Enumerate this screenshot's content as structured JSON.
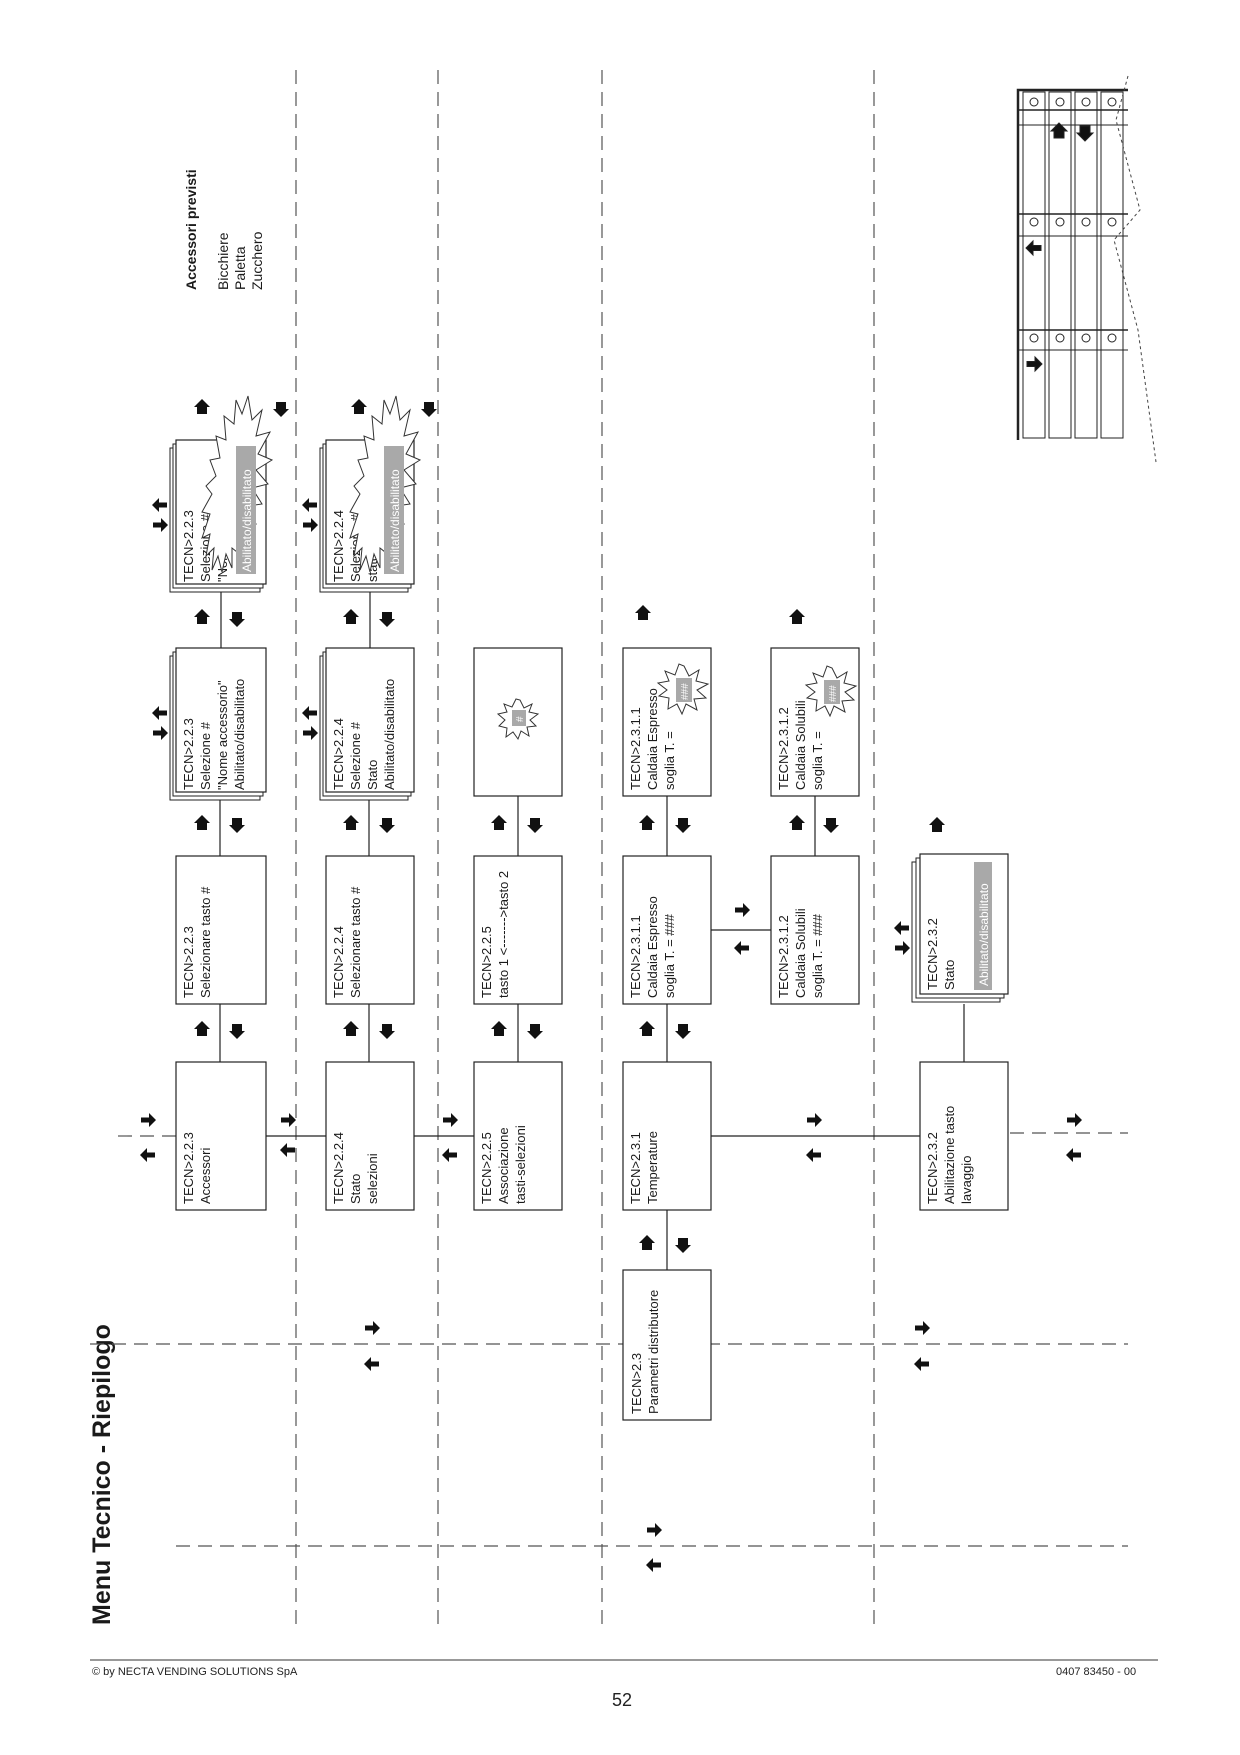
{
  "page_title": "Menu  Tecnico  - Riepilogo",
  "accessori": {
    "heading": "Accessori previsti",
    "items": [
      "Bicchiere",
      "Paletta",
      "Zucchero"
    ]
  },
  "boxes": {
    "tecn23": [
      "TECN>2.3",
      "Parametri distributore"
    ],
    "tecn223": [
      "TECN>2.2.3",
      "Accessori"
    ],
    "tecn224": [
      "TECN>2.2.4",
      "Stato",
      "selezioni"
    ],
    "tecn225": [
      "TECN>2.2.5",
      "Associazione",
      "tasti-selezioni"
    ],
    "tecn231": [
      "TECN>2.3.1",
      "",
      "Temperature"
    ],
    "tecn232": [
      "TECN>2.3.2",
      "Abilitazione tasto",
      "lavaggio"
    ],
    "sel223": [
      "TECN>2.2.3",
      "Selezionare tasto      #"
    ],
    "sel224": [
      "TECN>2.2.4",
      "Selezionare tasto      #"
    ],
    "sel225": [
      "TECN>2.2.5",
      "tasto 1 <------->tasto 2"
    ],
    "c2311": [
      "TECN>2.3.1.1",
      "Caldaia Espresso",
      "",
      "soglia T. = ###"
    ],
    "c2312": [
      "TECN>2.3.1.2",
      "Caldaia Solubili",
      "",
      "soglia T. = ###"
    ],
    "stato2232": [
      "TECN>2.3.2",
      "Stato"
    ],
    "acc1": [
      "TECN>2.2.3",
      "Selezione   #",
      "\"Nome accessorio\"",
      "Abilitato/disabilitato"
    ],
    "acc2": [
      "TECN>2.2.3",
      "Selezione   #",
      "\"Nome accessorio\""
    ],
    "st1": [
      "TECN>2.2.4",
      "Selezione   #",
      "Stato",
      "Abilitato/disabilitato"
    ],
    "st2": [
      "TECN>2.2.4",
      "Selezione   #",
      "stato"
    ],
    "t1": [
      "TECN>2.3.1.1",
      "Caldaia Espresso",
      "",
      "soglia T. ="
    ],
    "t2": [
      "TECN>2.3.1.2",
      "Caldaia Solubili",
      "",
      "soglia T. ="
    ]
  },
  "highlight_text": {
    "abilitato": "Abilitato/disabilitato",
    "hash": "#",
    "hash3": "###"
  },
  "footer": {
    "left": "© by NECTA VENDING SOLUTIONS SpA",
    "right": "0407 83450 - 00",
    "page": "52"
  }
}
